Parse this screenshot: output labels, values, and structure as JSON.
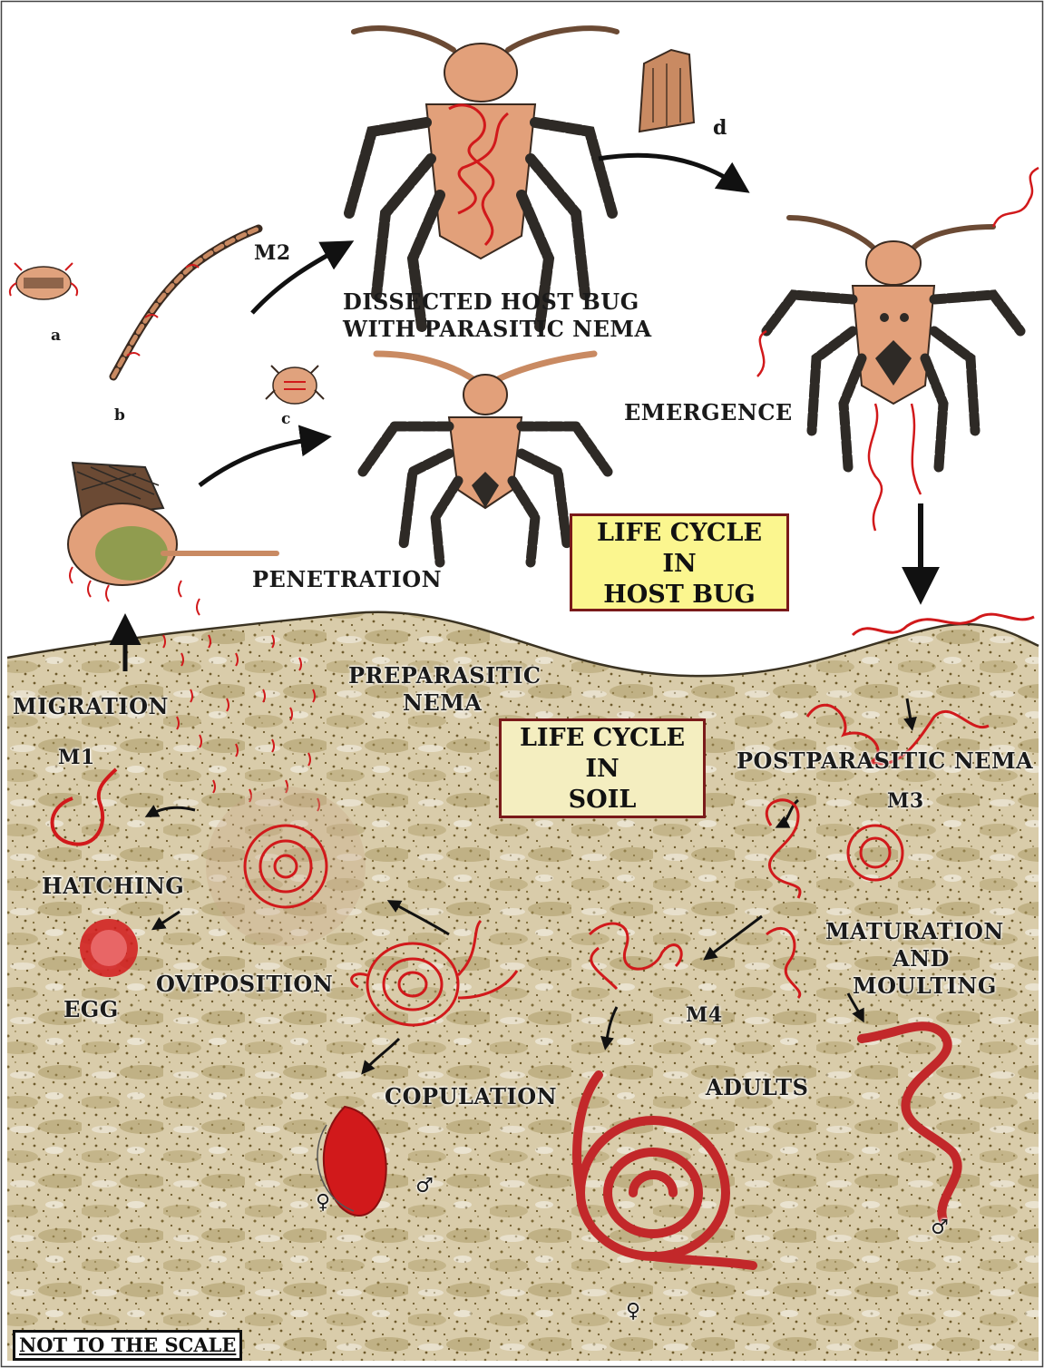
{
  "host_box": {
    "line1": "LIFE CYCLE",
    "line2": "IN",
    "line3": "HOST BUG"
  },
  "soil_box": {
    "line1": "LIFE CYCLE",
    "line2": "IN",
    "line3": "SOIL"
  },
  "labels": {
    "a": "a",
    "b": "b",
    "c": "c",
    "d": "d",
    "m2": "M2",
    "dissected_line1": "DISSECTED HOST BUG",
    "dissected_line2": "WITH PARASITIC NEMA",
    "emergence": "EMERGENCE",
    "penetration": "PENETRATION",
    "migration": "MIGRATION",
    "preparasitic_line1": "PREPARASITIC",
    "preparasitic_line2": "NEMA",
    "m1": "M1",
    "hatching": "HATCHING",
    "egg": "EGG",
    "oviposition": "OVIPOSITION",
    "postparasitic": "POSTPARASITIC NEMA",
    "m3": "M3",
    "maturation_line1": "MATURATION",
    "maturation_line2": "AND",
    "maturation_line3": "MOULTING",
    "m4": "M4",
    "copulation": "COPULATION",
    "adults": "ADULTS",
    "female_symbol": "♀",
    "male_symbol": "♂"
  },
  "footer_note": "NOT TO THE SCALE",
  "colors": {
    "soil": "#b6a67a",
    "soil_speckle": "#6e5a2c",
    "nematode": "#d1191b",
    "bug_body": "#e2a07a",
    "bug_legs": "#2e2a26",
    "host_box_fill": "#fbf68f",
    "box_border": "#7a1a1a"
  }
}
